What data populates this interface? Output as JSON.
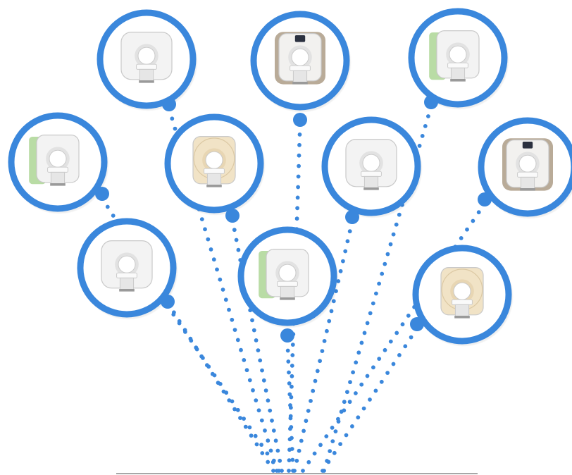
{
  "theme": {
    "accent": "#3a87dc",
    "baseline": "#8a8a8a",
    "background": "#ffffff",
    "scanner_shell": "#e6e6e6",
    "scanner_shell_dark": "#c9c9c9",
    "scanner_tan": "#f1e3c6",
    "scanner_green": "#b9dca5",
    "scanner_taupe": "#b9ab98",
    "screen": "#2b3140"
  },
  "scanners": [
    {
      "id": "scanner-1",
      "variant": "white-wide"
    },
    {
      "id": "scanner-2",
      "variant": "taupe-screen"
    },
    {
      "id": "scanner-3",
      "variant": "green-side"
    },
    {
      "id": "scanner-4",
      "variant": "green-side"
    },
    {
      "id": "scanner-5",
      "variant": "tan-bore"
    },
    {
      "id": "scanner-6",
      "variant": "white-wide"
    },
    {
      "id": "scanner-7",
      "variant": "taupe-screen"
    },
    {
      "id": "scanner-8",
      "variant": "white-wide"
    },
    {
      "id": "scanner-9",
      "variant": "green-side"
    },
    {
      "id": "scanner-10",
      "variant": "tan-bore"
    }
  ]
}
